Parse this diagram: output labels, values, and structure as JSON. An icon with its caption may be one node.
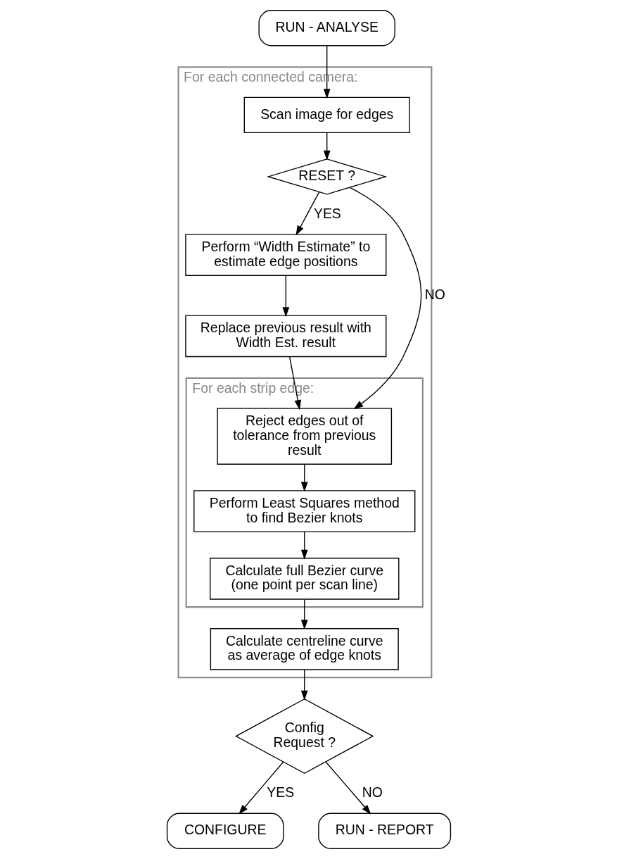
{
  "diagram": {
    "nodes": [
      {
        "text": [
          "RUN - ANALYSE"
        ]
      },
      {
        "text": [
          "For each connected camera:"
        ]
      },
      {
        "text": [
          "Scan image for edges"
        ],
        "in": 1
      },
      {
        "text": [
          "RESET ?"
        ],
        "in": 1
      },
      {
        "text": [
          "Perform “Width Estimate” to estimate edge positions"
        ],
        "in": 1
      },
      {
        "text": [
          "Replace previous result with Width Est. result"
        ],
        "in": 1
      },
      {
        "text": [
          "For each strip edge:"
        ],
        "in": 1
      },
      {
        "text": [
          "Reject edges out of tolerance from previous result"
        ],
        "in": 6
      },
      {
        "text": [
          "Perform Least Squares method to find Bezier knots"
        ],
        "in": 6
      },
      {
        "text": [
          "Calculate full Bezier curve (one point per scan line)"
        ],
        "in": 6
      },
      {
        "text": [
          "Calculate centreline curve as average of edge knots"
        ],
        "in": 1
      },
      {
        "text": [
          "Config Request ?"
        ]
      },
      {
        "text": [
          "CONFIGURE"
        ]
      },
      {
        "text": [
          "RUN - REPORT"
        ]
      }
    ],
    "edges": [
      {
        "from": 0,
        "to": 2,
        "arrow": "to"
      },
      {
        "from": 2,
        "to": 3,
        "arrow": "to"
      },
      {
        "from": 3,
        "to": 4,
        "arrow": "to",
        "label": "YES"
      },
      {
        "from": 4,
        "to": 5,
        "arrow": "to"
      },
      {
        "from": 3,
        "to": 7,
        "arrow": "to",
        "label": "NO"
      },
      {
        "from": 5,
        "to": 7,
        "arrow": "to"
      },
      {
        "from": 7,
        "to": 8,
        "arrow": "to"
      },
      {
        "from": 8,
        "to": 9,
        "arrow": "to"
      },
      {
        "from": 9,
        "to": 10,
        "arrow": "to"
      },
      {
        "from": 10,
        "to": 11,
        "arrow": "to"
      },
      {
        "from": 11,
        "to": 12,
        "arrow": "to",
        "label": "YES"
      },
      {
        "from": 11,
        "to": 13,
        "arrow": "to",
        "label": "NO"
      }
    ]
  }
}
